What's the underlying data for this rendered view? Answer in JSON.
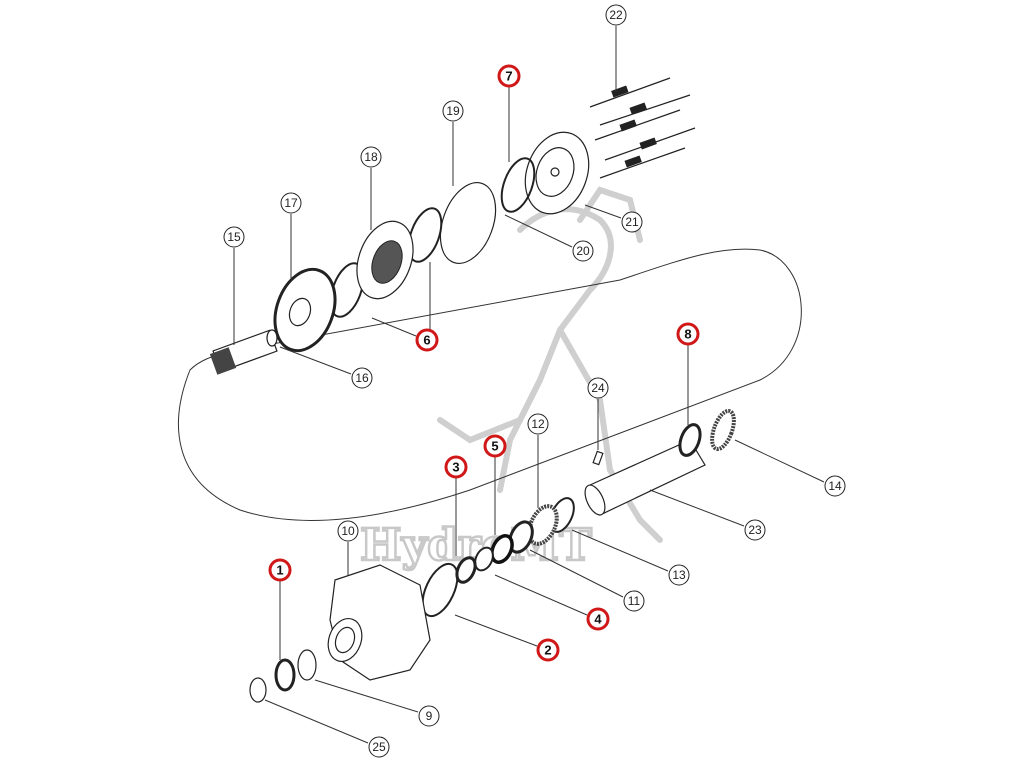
{
  "watermark": "HydroMT",
  "highlight_color": "#d01818",
  "callouts": {
    "p1": "1",
    "p2": "2",
    "p3": "3",
    "p4": "4",
    "p5": "5",
    "p6": "6",
    "p7": "7",
    "p8": "8",
    "p9": "9",
    "p10": "10",
    "p11": "11",
    "p12": "12",
    "p13": "13",
    "p14": "14",
    "p15": "15",
    "p16": "16",
    "p17": "17",
    "p18": "18",
    "p19": "19",
    "p20": "20",
    "p21": "21",
    "p22": "22",
    "p23": "23",
    "p24": "24",
    "p25": "25"
  }
}
